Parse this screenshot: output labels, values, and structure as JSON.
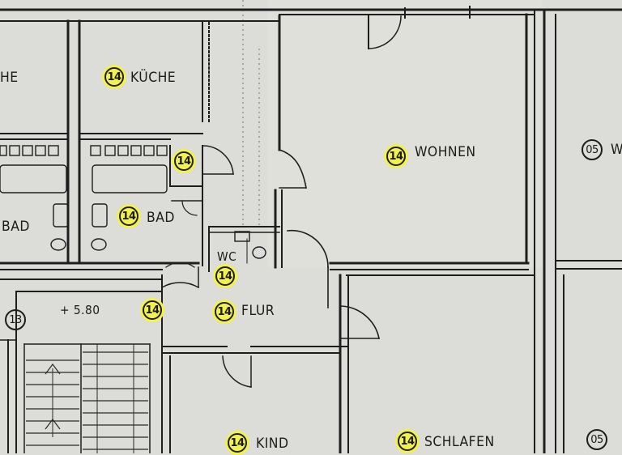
{
  "rooms": {
    "kueche_left": {
      "label": "HE"
    },
    "kueche": {
      "label": "KÜCHE",
      "unit": "14"
    },
    "wohnen": {
      "label": "WOHNEN",
      "unit": "14"
    },
    "bath_unit": {
      "unit": "14"
    },
    "bad_left": {
      "label": "BAD"
    },
    "bad": {
      "label": "BAD",
      "unit": "14"
    },
    "wc": {
      "label": "WC",
      "unit": "14"
    },
    "flur": {
      "label": "FLUR",
      "unit": "14"
    },
    "landing": {
      "label": "+ 5.80",
      "unit": "14"
    },
    "stair_unit": {
      "unit": "13"
    },
    "kind": {
      "label": "KIND",
      "unit": "14"
    },
    "schlafen": {
      "label": "SCHLAFEN",
      "unit": "14"
    },
    "right_upper": {
      "label": "W",
      "unit": "05"
    },
    "right_lower": {
      "unit": "05"
    }
  },
  "colors": {
    "paper": "#dcdcd8",
    "ink": "#1e1e1e",
    "highlight": "#f3f24a"
  }
}
